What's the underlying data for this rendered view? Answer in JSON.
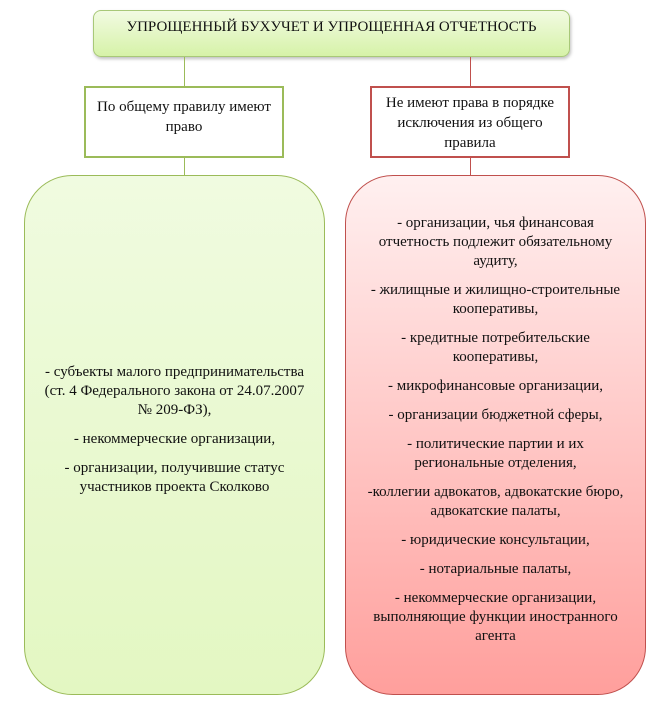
{
  "title": "УПРОЩЕННЫЙ БУХУЧЕТ И УПРОЩЕННАЯ ОТЧЕТНОСТЬ",
  "left": {
    "header": "По общему правилу имеют право",
    "items": [
      "- субъекты малого предпринимательства (ст. 4 Федерального закона от 24.07.2007 № 209-ФЗ),",
      "- некоммерческие организации,",
      "- организации, получившие статус участников проекта Сколково"
    ]
  },
  "right": {
    "header": "Не имеют права в порядке исключения из общего правила",
    "items": [
      "- организации, чья финансовая отчетность подлежит обязательному аудиту,",
      "- жилищные и жилищно-строительные кооперативы,",
      "- кредитные потребительские кооперативы,",
      "- микрофинансовые организации,",
      "- организации бюджетной сферы,",
      "- политические партии и их региональные отделения,",
      "-коллегии адвокатов, адвокатские бюро, адвокатские палаты,",
      "- юридические консультации,",
      "- нотариальные палаты,",
      "- некоммерческие организации, выполняющие функции иностранного агента"
    ]
  },
  "colors": {
    "green": "#9bbb59",
    "red": "#c0504d"
  }
}
